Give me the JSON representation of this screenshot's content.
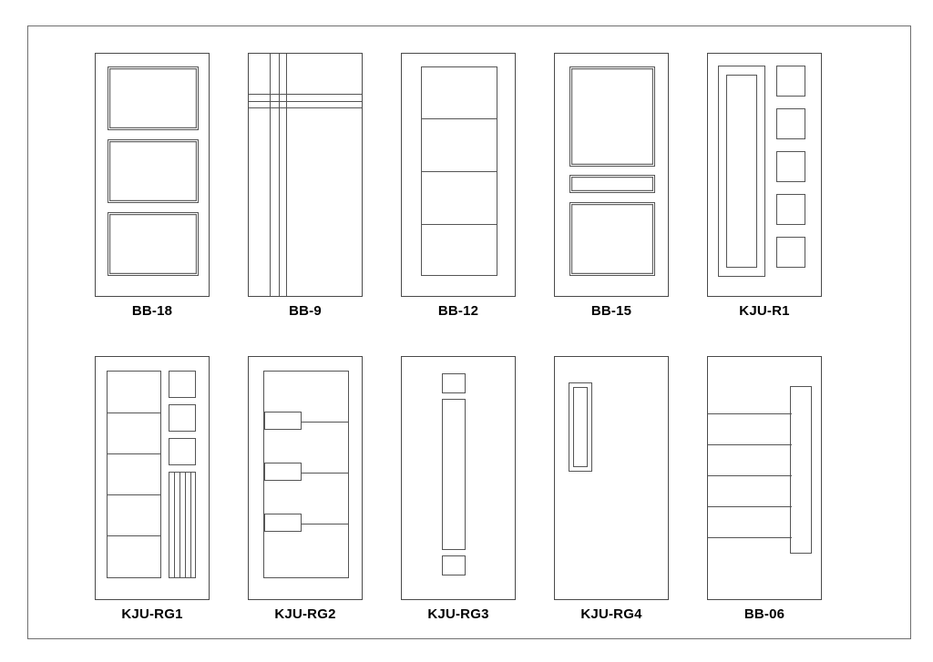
{
  "drawing": {
    "title_visible": false,
    "sheet": {
      "border_color": "#6f6f6f",
      "line_color": "#555555",
      "background": "#ffffff"
    },
    "rows": [
      {
        "index": 1,
        "doors": [
          {
            "label": "BB-18",
            "style": "three-equal-raised-panels"
          },
          {
            "label": "BB-9",
            "style": "crossed-reveal-lines"
          },
          {
            "label": "BB-12",
            "style": "single-panel-four-divisions"
          },
          {
            "label": "BB-15",
            "style": "two-large-one-narrow-panel"
          },
          {
            "label": "KJU-R1",
            "style": "tall-glass-with-five-squares"
          }
        ]
      },
      {
        "index": 2,
        "doors": [
          {
            "label": "KJU-RG1",
            "style": "five-stack-with-squares-and-slats"
          },
          {
            "label": "KJU-RG2",
            "style": "panel-with-three-offset-tabs"
          },
          {
            "label": "KJU-RG3",
            "style": "centre-strip-with-two-squares"
          },
          {
            "label": "KJU-RG4",
            "style": "single-narrow-double-frame-slot"
          },
          {
            "label": "BB-06",
            "style": "five-rails-with-vertical-bar"
          }
        ]
      }
    ]
  }
}
